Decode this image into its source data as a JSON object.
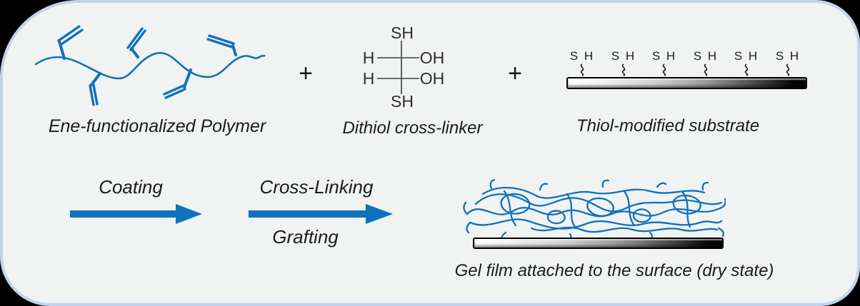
{
  "figure": {
    "background": "#f1f2f2",
    "border_color": "#c2d4ec",
    "accent_blue": "#1072bc"
  },
  "reactants": {
    "plus_sign": "+",
    "polymer": {
      "label": "Ene-functionalized Polymer"
    },
    "crosslinker": {
      "label": "Dithiol cross-linker",
      "top_group": "SH",
      "bottom_group": "SH",
      "h_left_1": "H",
      "h_left_2": "H",
      "oh_right_1": "OH",
      "oh_right_2": "OH"
    },
    "substrate": {
      "label": "Thiol-modified substrate",
      "thiol_groups": [
        "S H",
        "S H",
        "S H",
        "S H",
        "S H",
        "S H"
      ]
    }
  },
  "process": {
    "arrow1_label": "Coating",
    "arrow2_label_top": "Cross-Linking",
    "arrow2_label_bottom": "Grafting"
  },
  "product": {
    "caption": "Gel film attached to the surface (dry state)"
  }
}
